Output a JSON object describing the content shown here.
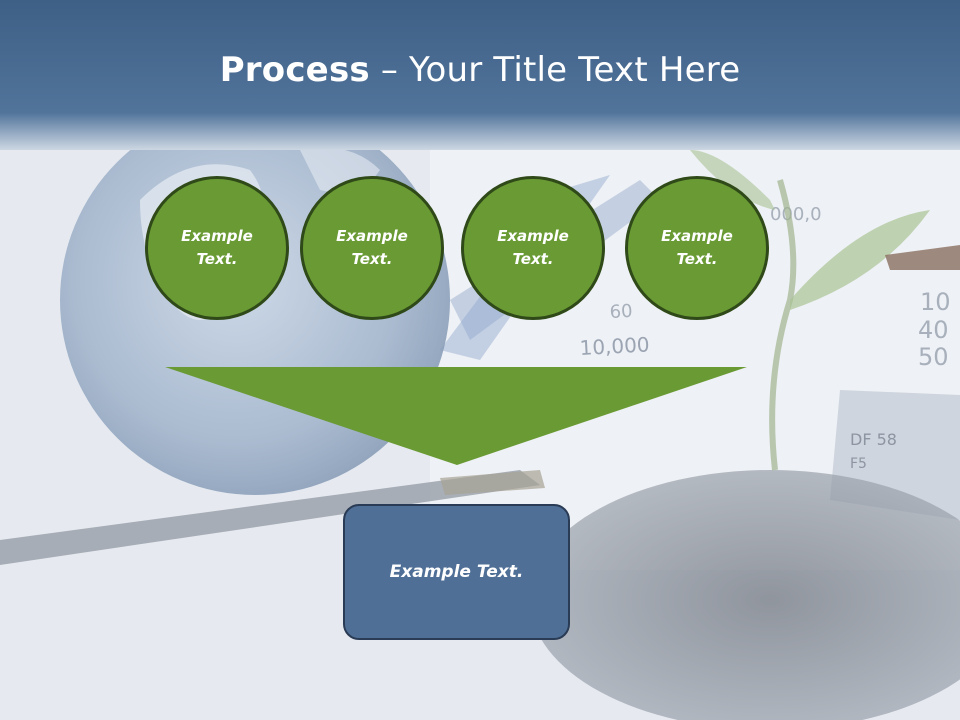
{
  "slide": {
    "title_bold": "Process",
    "title_rest": " – Your Title Text Here"
  },
  "steps": [
    {
      "label": "Example\nText."
    },
    {
      "label": "Example\nText."
    },
    {
      "label": "Example\nText."
    },
    {
      "label": "Example\nText."
    }
  ],
  "result": {
    "label": "Example Text."
  },
  "colors": {
    "header": "#4a6b91",
    "circle_fill": "#6a9a34",
    "circle_border": "#2f4a18",
    "funnel": "#6a9a34",
    "result_fill": "#4f6f97",
    "result_border": "#2a3b55"
  }
}
